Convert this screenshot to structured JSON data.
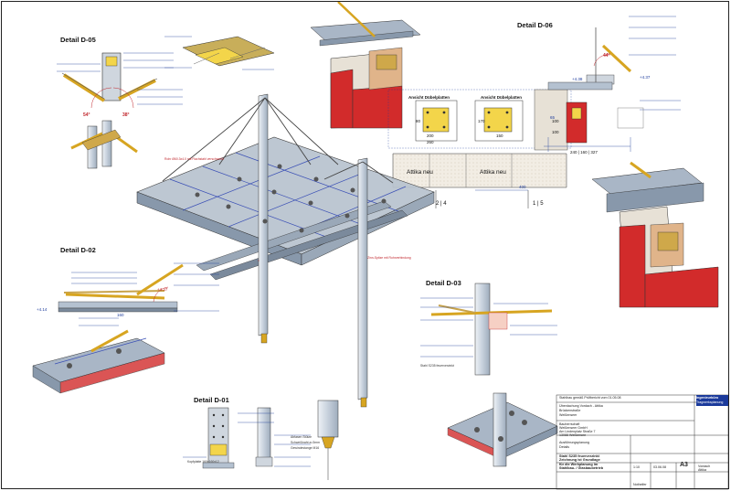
{
  "details": {
    "d05": "Detail D-05",
    "d06": "Detail D-06",
    "d02": "Detail D-02",
    "d03": "Detail D-03",
    "d01": "Detail D-01"
  },
  "section": {
    "ansicht_left": "Ansicht Dübelplatten",
    "ansicht_right": "Ansicht Dübelplatten",
    "attika_left": "Attika neu",
    "attika_right": "Attika neu",
    "marker_a": "2 | 4",
    "marker_b": "1 | 5",
    "dim_400": "400",
    "dim_200": "200",
    "dim_150": "150",
    "dim_260": "260",
    "dim_80": "80",
    "dim_170": "170",
    "dim_65": "65"
  },
  "angles": {
    "d05_left": "54°",
    "d05_right": "38°",
    "d06_top": "44°"
  },
  "d06_dims": {
    "elev_1": "+4.38",
    "elev_2": "+4.37",
    "row": "240 | 160 | 327",
    "h1": "100",
    "h2": "100"
  },
  "d02_dims": {
    "elev": "+4.14",
    "dim_a": "+4.37",
    "dim_b": "160"
  },
  "red_notes": {
    "n1": "Rohr Ø60.3x4.0 mit Flachstahl verschweißt",
    "n2": "Zinn-Spitze mit Rohrverbindung"
  },
  "note_lines": {
    "l1": "Abfasen Stütze",
    "l2": "Schweißnaht a=3mm",
    "l3": "Gewindestange M16",
    "l4": "Kopfplatte 160x160x12",
    "l5": "Stahl S235 feuerverzinkt"
  },
  "title_block": {
    "remark": "Stahlbau gemäß Prüfbericht vom 01.05.08",
    "office_1": "Ingenieurbüro",
    "office_2": "Tragwerksplanung",
    "project_1": "Überdachung Vordach - Attika",
    "project_2": "Brückenstraße",
    "project_3": "Weißenseer",
    "client_1": "Bauherrschaft",
    "client_2": "Weißenseer GmbH",
    "client_3": "Am Lindenplatz Straße 7",
    "client_4": "13088 Weißensee",
    "plan_1": "Ausführungsplanung",
    "plan_2": "Details",
    "big_note": "Stahl S235 feuerverzinkt\nZeichnung ist Grundlage\nfür die Werkplanung im\nStahlbau- / Glasbaubetrieb",
    "scale": "1:10",
    "date": "03.06.08",
    "format": "A3",
    "plan_no": "Vordach\nAttika",
    "drawn": "Nothelfer"
  },
  "colors": {
    "steel": "#b4c1d0",
    "roof": "#a9b6c6",
    "concrete": "#d22b2b",
    "wood": "#e0b48a",
    "highlight": "#f3d54a",
    "dim": "#1b3a9b",
    "note": "#c1272d"
  }
}
